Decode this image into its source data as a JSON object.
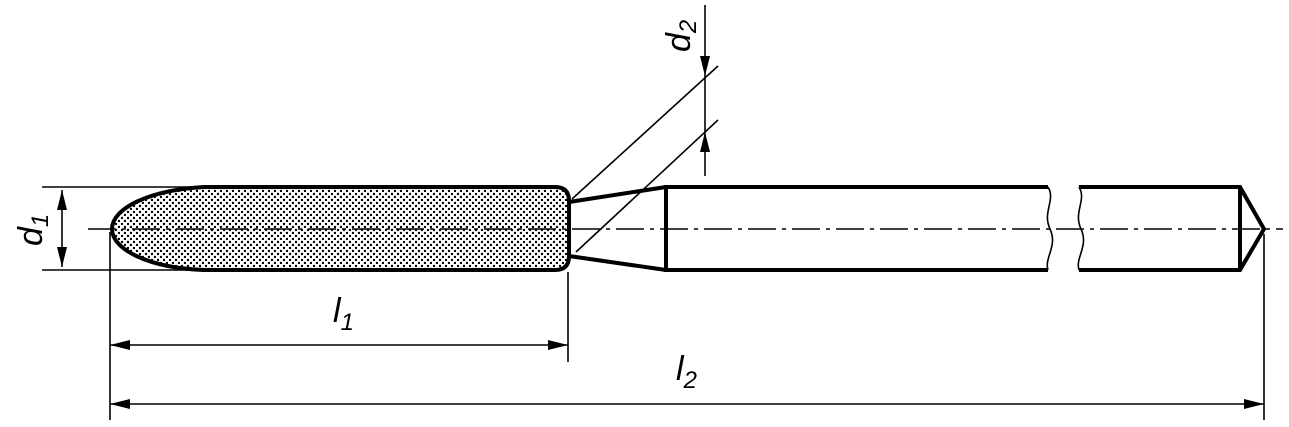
{
  "labels": {
    "d1": {
      "main": "d",
      "sub": "1"
    },
    "d2": {
      "main": "d",
      "sub": "2"
    },
    "l1": {
      "main": "l",
      "sub": "1"
    },
    "l2": {
      "main": "l",
      "sub": "2"
    }
  },
  "colors": {
    "line": "#000000",
    "dots": "#000000",
    "background": "#ffffff"
  }
}
